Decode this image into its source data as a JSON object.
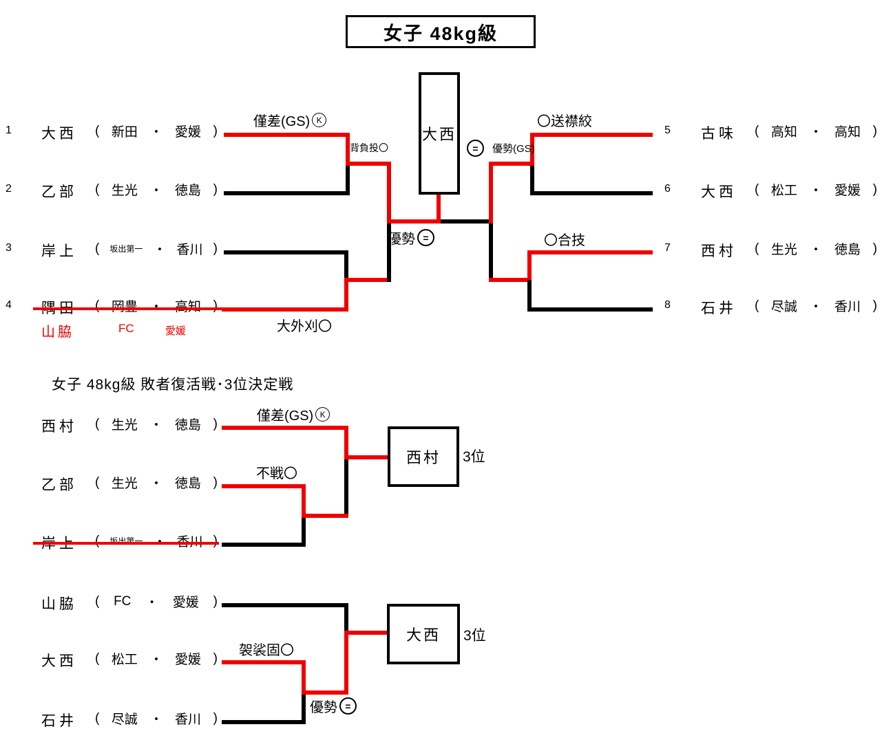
{
  "colors": {
    "winner_line": "#ee0000",
    "line": "#000000"
  },
  "glyphs": {
    "open": "(",
    "close": ")",
    "dot": "・",
    "equals_mark": "=",
    "k_mark": "K"
  },
  "title": "女子 48kg級",
  "main": {
    "champion": "大西",
    "entries": [
      {
        "num": "1",
        "name": "大西",
        "club": "新田",
        "pref": "愛媛"
      },
      {
        "num": "2",
        "name": "乙部",
        "club": "生光",
        "pref": "徳島"
      },
      {
        "num": "3",
        "name": "岸上",
        "club": "坂出第一",
        "pref": "香川"
      },
      {
        "num": "4",
        "name": "隅田",
        "club": "岡豊",
        "pref": "高知"
      },
      {
        "num": "5",
        "name": "古味",
        "club": "高知",
        "pref": "高知"
      },
      {
        "num": "6",
        "name": "大西",
        "club": "松工",
        "pref": "愛媛"
      },
      {
        "num": "7",
        "name": "西村",
        "club": "生光",
        "pref": "徳島"
      },
      {
        "num": "8",
        "name": "石井",
        "club": "尽誠",
        "pref": "香川"
      }
    ],
    "replacement": {
      "name": "山脇",
      "club": "FC",
      "pref": "愛媛"
    },
    "ann": {
      "m12": "僅差(GS)",
      "sf_left": "背負投〇",
      "m34": "大外刈〇",
      "m56": "〇送襟絞",
      "sf_right": "優勢(GS)",
      "m78": "〇合技",
      "final": "優勢"
    }
  },
  "rep": {
    "section_title": "女子 48kg級 敗者復活戦･3位決定戦",
    "a": {
      "entries": [
        {
          "name": "西村",
          "club": "生光",
          "pref": "徳島"
        },
        {
          "name": "乙部",
          "club": "生光",
          "pref": "徳島"
        },
        {
          "name": "岸上",
          "club": "坂出第一",
          "pref": "香川"
        }
      ],
      "winner": "西村",
      "place": "3位",
      "ann": {
        "final": "僅差(GS)",
        "semi": "不戦〇"
      }
    },
    "b": {
      "entries": [
        {
          "name": "山脇",
          "club": "FC",
          "pref": "愛媛"
        },
        {
          "name": "大西",
          "club": "松工",
          "pref": "愛媛"
        },
        {
          "name": "石井",
          "club": "尽誠",
          "pref": "香川"
        }
      ],
      "winner": "大西",
      "place": "3位",
      "ann": {
        "final": "袈裟固〇",
        "semi": "優勢"
      }
    }
  }
}
